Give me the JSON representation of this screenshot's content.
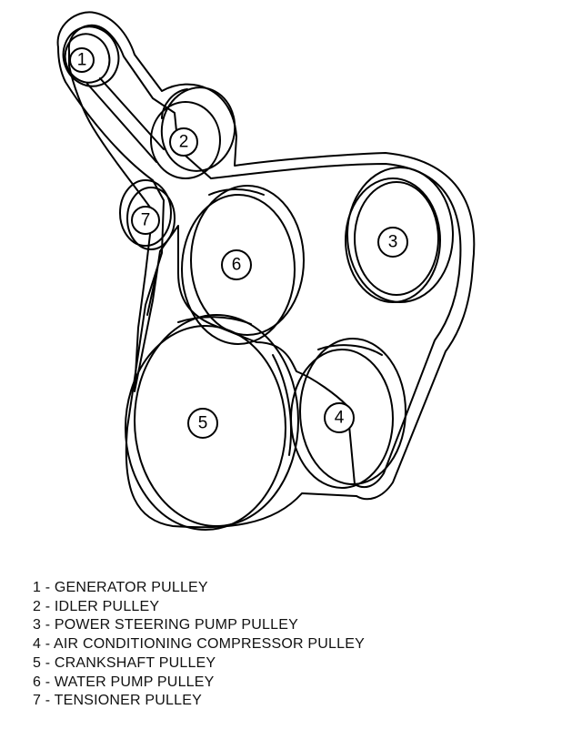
{
  "pulleys": [
    {
      "number": "1",
      "name": "GENERATOR PULLEY"
    },
    {
      "number": "2",
      "name": "IDLER PULLEY"
    },
    {
      "number": "3",
      "name": "POWER STEERING PUMP PULLEY"
    },
    {
      "number": "4",
      "name": "AIR CONDITIONING COMPRESSOR PULLEY"
    },
    {
      "number": "5",
      "name": "CRANKSHAFT PULLEY"
    },
    {
      "number": "6",
      "name": "WATER PUMP PULLEY"
    },
    {
      "number": "7",
      "name": "TENSIONER PULLEY"
    }
  ],
  "legend": [
    "1 - GENERATOR PULLEY",
    "2 - IDLER PULLEY",
    "3 - POWER STEERING PUMP PULLEY",
    "4 - AIR CONDITIONING COMPRESSOR PULLEY",
    "5 - CRANKSHAFT PULLEY",
    "6 - WATER PUMP PULLEY",
    "7 - TENSIONER PULLEY"
  ],
  "colors": {
    "line": "#000000",
    "background": "#ffffff"
  }
}
